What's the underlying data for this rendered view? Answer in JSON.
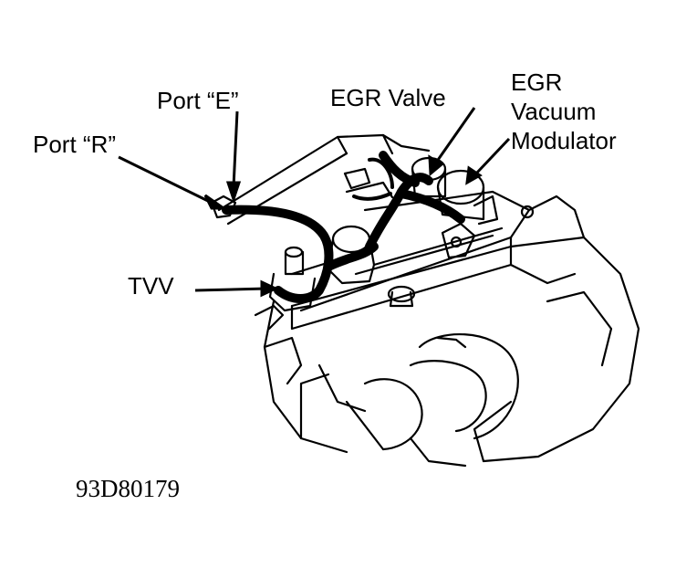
{
  "colors": {
    "ink": "#000000",
    "paper": "#ffffff"
  },
  "labels": {
    "port_e": "Port “E”",
    "port_r": "Port “R”",
    "egr_valve": "EGR Valve",
    "egr_vacuum_modulator": [
      "EGR",
      "Vacuum",
      "Modulator"
    ],
    "tvv": "TVV"
  },
  "figure_code": "93D80179"
}
